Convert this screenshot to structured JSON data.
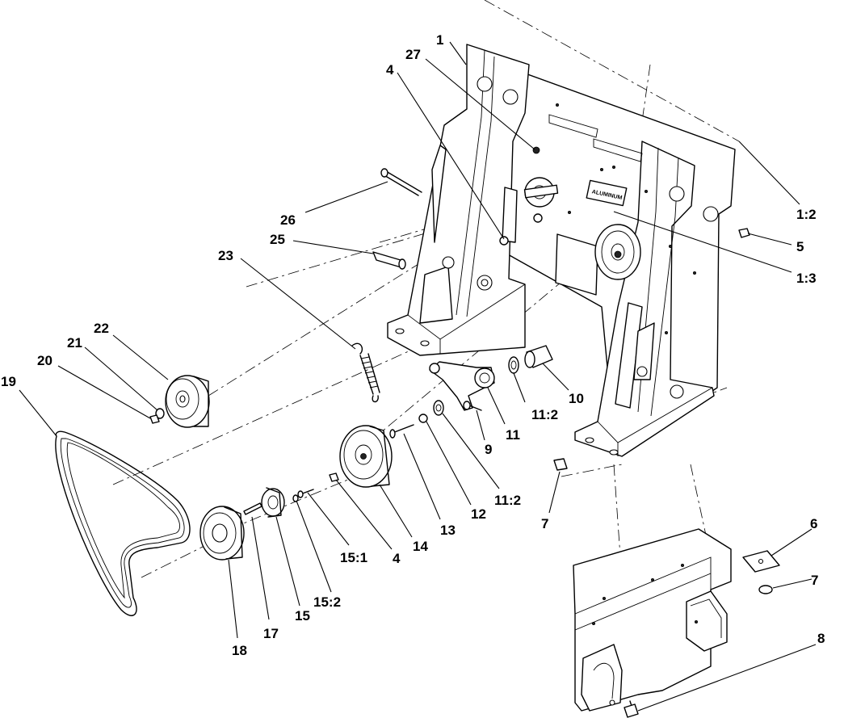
{
  "callouts": [
    {
      "id": "c-1",
      "text": "1"
    },
    {
      "id": "c-27",
      "text": "27"
    },
    {
      "id": "c-4a",
      "text": "4"
    },
    {
      "id": "c-1-2",
      "text": "1:2"
    },
    {
      "id": "c-26",
      "text": "26"
    },
    {
      "id": "c-25",
      "text": "25"
    },
    {
      "id": "c-5",
      "text": "5"
    },
    {
      "id": "c-23",
      "text": "23"
    },
    {
      "id": "c-1-3",
      "text": "1:3"
    },
    {
      "id": "c-22",
      "text": "22"
    },
    {
      "id": "c-21",
      "text": "21"
    },
    {
      "id": "c-20",
      "text": "20"
    },
    {
      "id": "c-19",
      "text": "19"
    },
    {
      "id": "c-10",
      "text": "10"
    },
    {
      "id": "c-11-2a",
      "text": "11:2"
    },
    {
      "id": "c-11",
      "text": "11"
    },
    {
      "id": "c-9",
      "text": "9"
    },
    {
      "id": "c-13",
      "text": "13"
    },
    {
      "id": "c-12",
      "text": "12"
    },
    {
      "id": "c-11-2b",
      "text": "11:2"
    },
    {
      "id": "c-7a",
      "text": "7"
    },
    {
      "id": "c-6",
      "text": "6"
    },
    {
      "id": "c-14",
      "text": "14"
    },
    {
      "id": "c-4b",
      "text": "4"
    },
    {
      "id": "c-15-1",
      "text": "15:1"
    },
    {
      "id": "c-7b",
      "text": "7"
    },
    {
      "id": "c-15-2",
      "text": "15:2"
    },
    {
      "id": "c-15",
      "text": "15"
    },
    {
      "id": "c-17",
      "text": "17"
    },
    {
      "id": "c-18",
      "text": "18"
    },
    {
      "id": "c-8",
      "text": "8"
    }
  ],
  "decal_text": "ALUMINUM"
}
